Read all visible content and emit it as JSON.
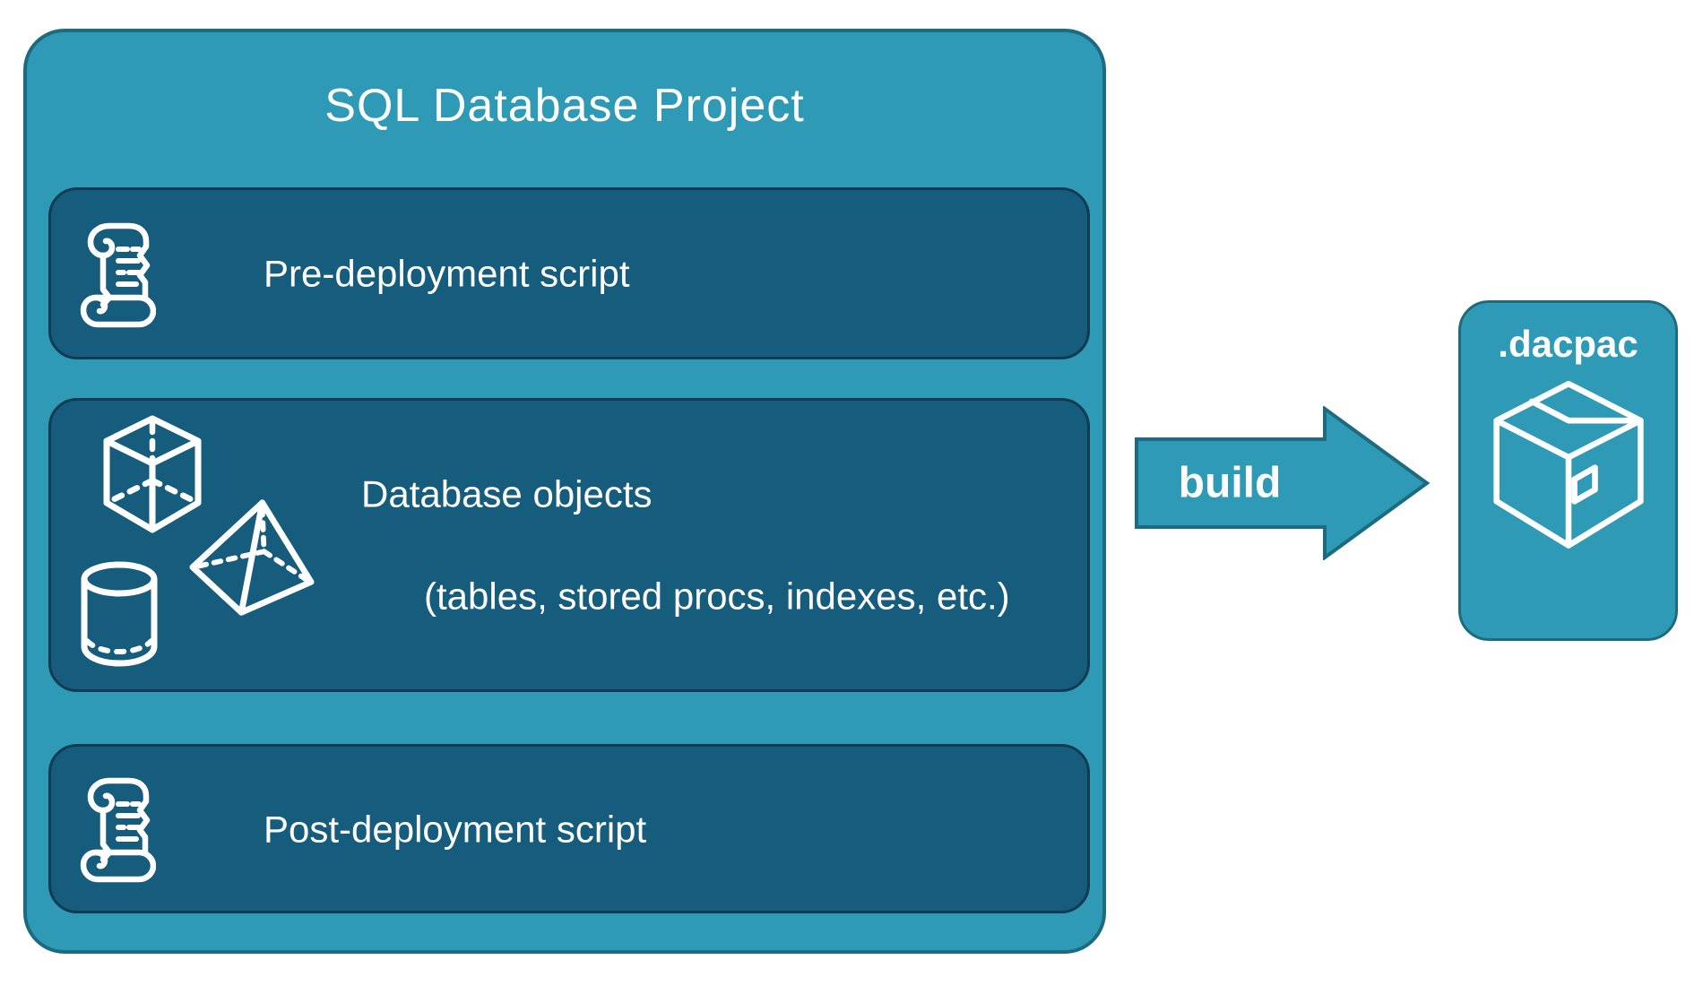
{
  "colors": {
    "teal": "#2E9AB5",
    "teal_border": "#1C6B80",
    "panel": "#155C7D",
    "panel_border": "#103B52",
    "white": "#FFFFFF"
  },
  "project": {
    "title": "SQL Database Project",
    "boxes": [
      {
        "id": "pre-deployment",
        "label": "Pre-deployment script",
        "icon": "scroll-icon"
      },
      {
        "id": "database-objects",
        "label": "Database objects",
        "sublabel": "(tables, stored procs, indexes, etc.)",
        "icons": [
          "cube-icon",
          "pyramid-icon",
          "cylinder-icon"
        ]
      },
      {
        "id": "post-deployment",
        "label": "Post-deployment script",
        "icon": "scroll-icon"
      }
    ]
  },
  "arrow": {
    "label": "build",
    "direction": "right"
  },
  "output": {
    "label": ".dacpac",
    "icon": "package-icon"
  }
}
